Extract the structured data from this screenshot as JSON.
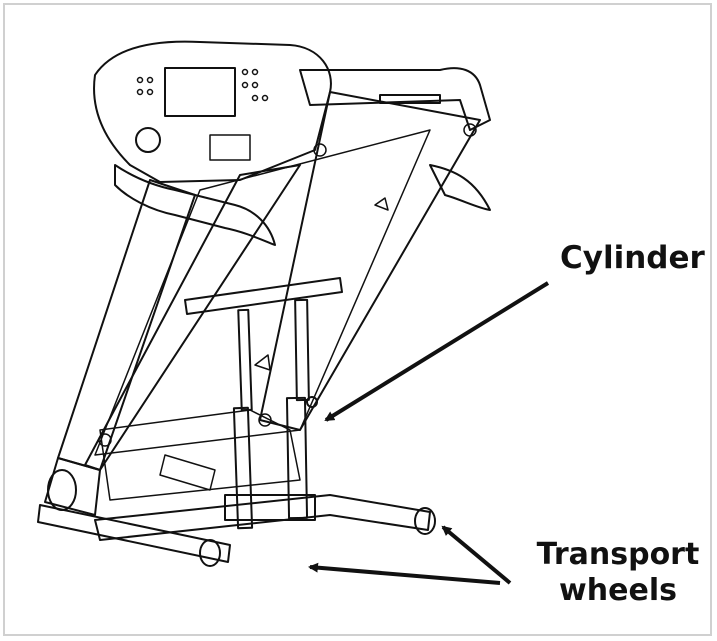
{
  "callouts": {
    "cylinder": "Cylinder",
    "transport_line1": "Transport",
    "transport_line2": "wheels"
  },
  "colors": {
    "line": "#111111",
    "frame_border": "#d0d0d0",
    "background": "#ffffff"
  }
}
